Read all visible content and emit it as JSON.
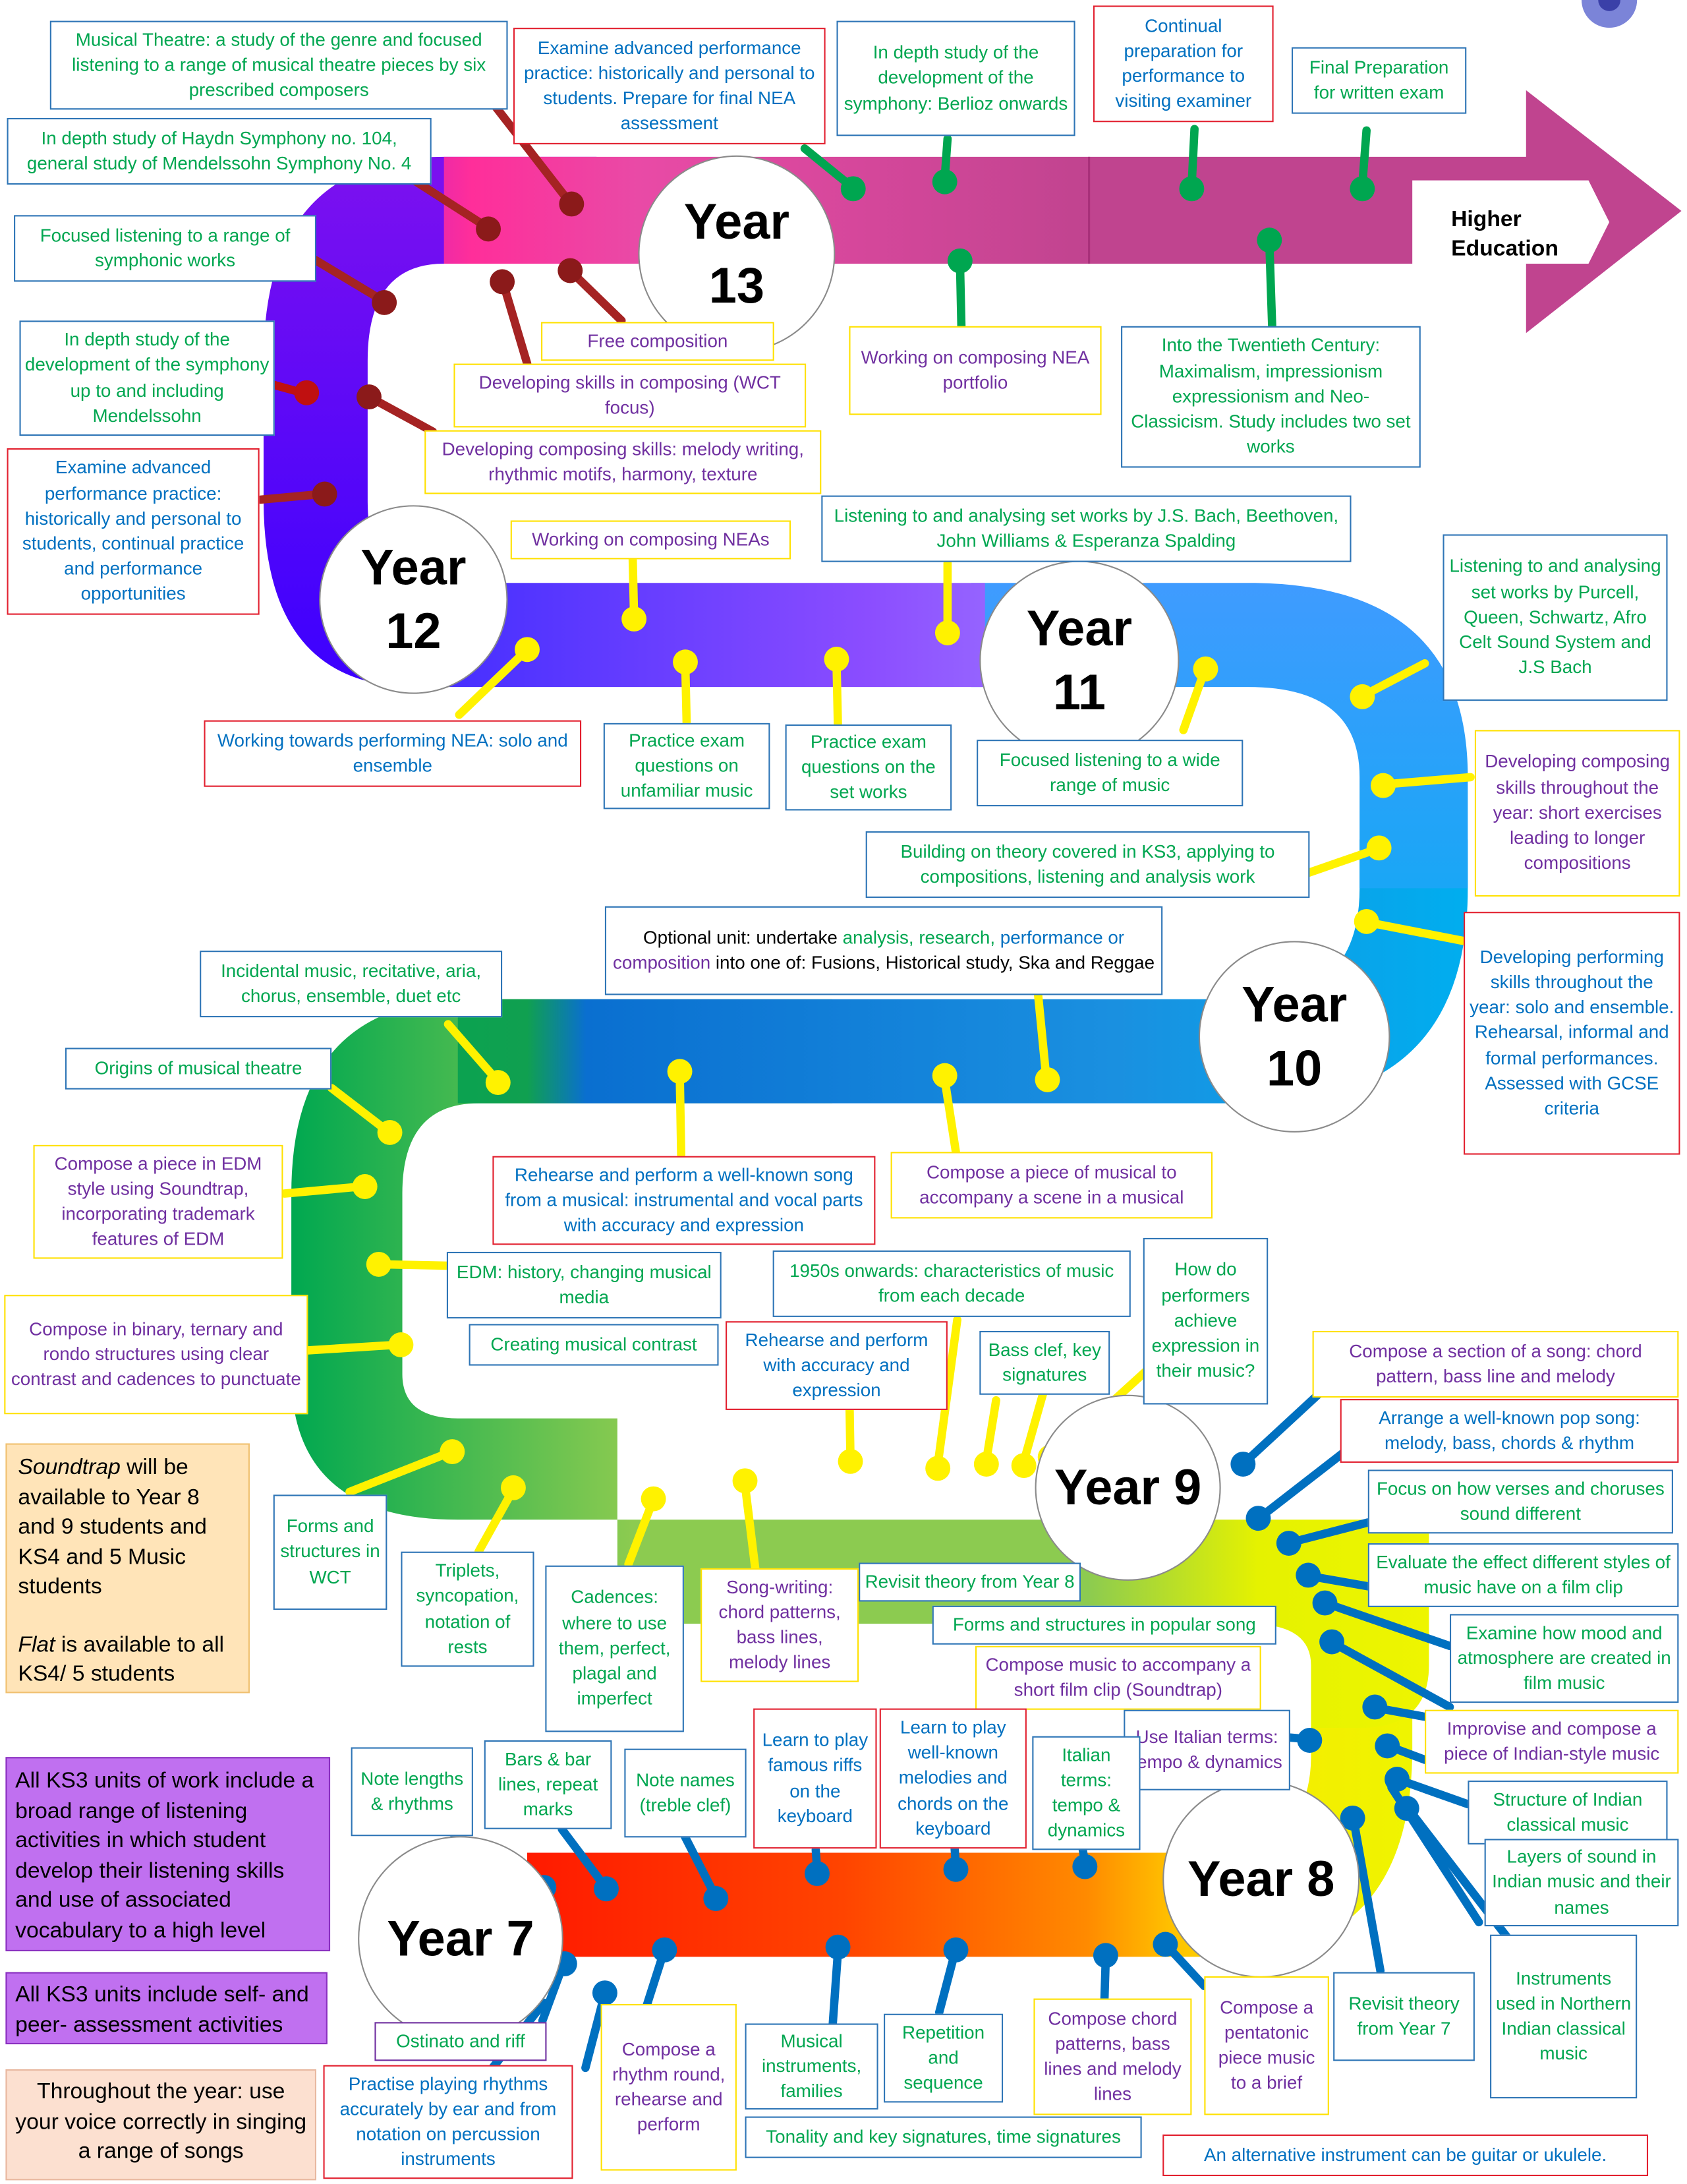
{
  "colors": {
    "year13": "#C0448F",
    "year12": "#6A1BE6",
    "year11": "#8A6BFF",
    "year10": "#00A6EE",
    "year9": "#7BC744",
    "year8": "#E8F000",
    "year7": "#FF2200",
    "blue_box": "#2E75B6",
    "red_box": "#E2202F",
    "yellow_box": "#FFE100",
    "green_text": "#00A650",
    "purple_text": "#7030A0",
    "blue_text": "#0070C0"
  },
  "years": {
    "y13": "Year 13",
    "y12": "Year 12",
    "y11": "Year 11",
    "y10": "Year 10",
    "y9": "Year 9",
    "y8": "Year 8",
    "y7": "Year 7"
  },
  "higher_education": "Higher Education",
  "labels": {
    "musical_theatre_study": "Musical Theatre: a study of the genre and focused listening to a range of musical theatre pieces by six prescribed composers",
    "advanced_performance_13": "Examine advanced performance practice: historically and personal to students. Prepare for final NEA assessment",
    "symphony_berlioz": "In depth study of the development of the symphony: Berlioz onwards",
    "continual_preparation": "Continual preparation for performance to visiting examiner",
    "final_preparation": "Final Preparation for written exam",
    "haydn": "In depth study of Haydn Symphony no. 104, general study of Mendelssohn Symphony No. 4",
    "focused_symphonic": "Focused listening to a range of symphonic works",
    "free_composition": "Free composition",
    "working_nea_portfolio": "Working on composing NEA portfolio",
    "twentieth_century": "Into the Twentieth Century: Maximalism, impressionism expressionism and Neo-Classicism. Study includes two set works",
    "symphony_mendelssohn": "In depth study of the development of the symphony up to and including Mendelssohn",
    "developing_wct": "Developing skills in composing (WCT focus)",
    "developing_melody": "Developing composing skills: melody writing, rhythmic motifs, harmony, texture",
    "advanced_performance_12": "Examine advanced performance practice: historically and personal to students, continual practice and performance opportunities",
    "working_composing_neas": "Working on composing NEAs",
    "set_works_bach": "Listening to and analysing set works by J.S. Bach, Beethoven, John Williams & Esperanza Spalding",
    "set_works_purcell": "Listening to and analysing set works by Purcell, Queen, Schwartz, Afro Celt Sound System and J.S Bach",
    "performing_nea": "Working towards performing NEA: solo and ensemble",
    "practice_unfamiliar": "Practice exam questions on unfamiliar music",
    "practice_set": "Practice exam questions on the set works",
    "focused_wide": "Focused listening to a wide range of music",
    "developing_composing_year": "Developing composing skills throughout the year: short exercises leading to longer compositions",
    "building_theory": "Building on theory covered in KS3, applying to compositions, listening and analysis work",
    "optional_1": "Optional unit: undertake",
    "optional_2": "analysis, research,",
    "optional_3": "performance or",
    "optional_4": "composition",
    "optional_5": "into one of: Fusions, Historical study, Ska and Reggae",
    "developing_performing": "Developing performing skills throughout the year: solo and ensemble. Rehearsal, informal and formal performances. Assessed with GCSE criteria",
    "incidental_music": "Incidental music, recitative, aria, chorus, ensemble, duet etc",
    "origins_mt": "Origins of musical theatre",
    "compose_edm": "Compose a piece in EDM style using Soundtrap, incorporating trademark features of EDM",
    "rehearse_song": "Rehearse and perform a well-known song from a musical: instrumental and vocal parts with accuracy and expression",
    "compose_musical": "Compose a piece of musical to accompany a scene in a musical",
    "edm_history": "EDM: history, changing musical media",
    "compose_binary": "Compose in binary, ternary and rondo structures using clear contrast and cadences to punctuate",
    "creating_contrast": "Creating musical contrast",
    "fifties": "1950s onwards: characteristics of music from each decade",
    "rehearse_accuracy": "Rehearse and perform with accuracy and expression",
    "bass_clef": "Bass clef, key signatures",
    "how_performers": "How do performers achieve expression in their music?",
    "compose_section": "Compose a section of a song: chord pattern, bass line and melody",
    "arrange_pop": "Arrange a well-known pop song: melody, bass, chords & rhythm",
    "verses_choruses": "Focus on how verses and choruses sound different",
    "film_clip_styles": "Evaluate the effect different styles of music have on a film clip",
    "mood_film": "Examine how mood and atmosphere are created in film music",
    "forms_wct": "Forms and structures in WCT",
    "triplets": "Triplets, syncopation, notation of rests",
    "cadences": "Cadences: where to use them, perfect, plagal and imperfect",
    "songwriting": "Song-writing: chord patterns, bass lines, melody lines",
    "revisit_8": "Revisit theory from Year 8",
    "forms_popular": "Forms and structures in popular song",
    "compose_film_clip": "Compose music to accompany a short film clip (Soundtrap)",
    "italian_8": "Use Italian terms: tempo & dynamics",
    "improvise_indian": "Improvise and compose a piece of Indian-style music",
    "structure_indian": "Structure of Indian classical music",
    "layers_indian": "Layers of sound in Indian music and their names",
    "instruments_indian": "Instruments used in Northern Indian classical music",
    "note_lengths": "Note lengths & rhythms",
    "bars": "Bars & bar lines, repeat marks",
    "note_names": "Note names (treble clef)",
    "learn_riffs": "Learn to play famous riffs on the keyboard",
    "learn_melodies": "Learn to play well-known melodies and chords on the keyboard",
    "italian_7": "Italian terms: tempo & dynamics",
    "ostinato": "Ostinato and riff",
    "compose_rhythm_round": "Compose a rhythm round, rehearse and perform",
    "practise_rhythms": "Practise playing rhythms accurately by ear and from notation on percussion instruments",
    "musical_instruments": "Musical instruments, families",
    "repetition": "Repetition and sequence",
    "compose_chord": "Compose chord patterns, bass lines and melody lines",
    "pentatonic": "Compose a pentatonic piece music to a brief",
    "revisit_7": "Revisit theory from Year 7",
    "tonality": "Tonality and key signatures, time signatures",
    "alternative_instrument": "An alternative instrument can be guitar or ukulele."
  },
  "notes": {
    "soundtrap_1": "Soundtrap",
    "soundtrap_2": " will be available to Year 8 and 9 students and KS4 and 5 Music students",
    "flat_1": "Flat",
    "flat_2": " is available to all KS4/ 5 students",
    "ks3_listening": "All KS3 units of work include a broad range of listening activities in which student develop their listening skills and use of associated vocabulary to a high level",
    "ks3_assessment": "All KS3 units include self- and peer- assessment activities",
    "voice": "Throughout the year: use your voice correctly in singing a range of songs"
  }
}
